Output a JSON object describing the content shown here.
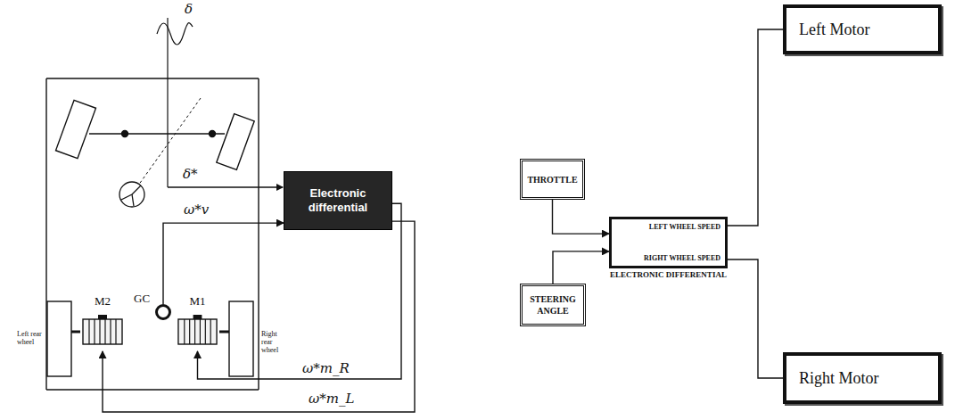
{
  "diagram": {
    "nodes": [
      {
        "text": [
          "Electronic differential"
        ]
      },
      {
        "text": [
          "GC"
        ]
      },
      {
        "text": [
          "M2"
        ]
      },
      {
        "text": [
          "M1"
        ]
      },
      {
        "text": [
          "THROTTLE"
        ]
      },
      {
        "text": [
          "LEFT WHEEL SPEED",
          "RIGHT WHEEL SPEED",
          "ELECTRONIC DIFFERENTIAL"
        ]
      },
      {
        "text": [
          "STEERING ANGLE"
        ]
      },
      {
        "text": [
          "Left Motor"
        ]
      },
      {
        "text": [
          "Right Motor"
        ]
      }
    ],
    "edges": [
      {
        "from": 0,
        "to": 3,
        "arrow": "to",
        "label": "ω*m_R"
      },
      {
        "from": 0,
        "to": 2,
        "arrow": "to",
        "label": "ω*m_L"
      },
      {
        "from": 1,
        "to": 0,
        "arrow": "to",
        "label": "ω*v"
      },
      {
        "from": 4,
        "to": 5,
        "arrow": "to"
      },
      {
        "from": 6,
        "to": 5,
        "arrow": "to"
      },
      {
        "from": 5,
        "to": 7,
        "arrow": "none"
      },
      {
        "from": 5,
        "to": 8,
        "arrow": "none"
      }
    ],
    "labels": [
      "δ",
      "δ*",
      "Left rear wheel",
      "Right rear wheel"
    ]
  }
}
